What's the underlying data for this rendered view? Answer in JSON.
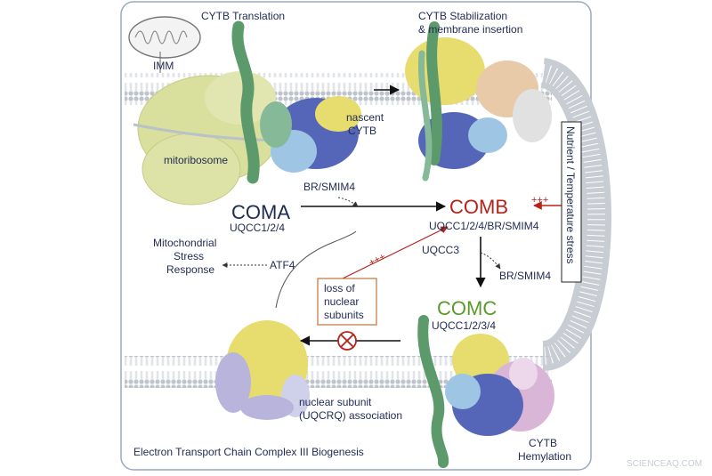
{
  "labels": {
    "cytb_translation": "CYTB Translation",
    "cytb_stabilization_l1": "CYTB Stabilization",
    "cytb_stabilization_l2": "& membrane insertion",
    "imm": "IMM",
    "nascent_l1": "nascent",
    "nascent_l2": "CYTB",
    "mitoribosome": "mitoribosome",
    "br_smim4_top": "BR/SMIM4",
    "coma": "COMA",
    "coma_sub": "UQCC1/2/4",
    "comb": "COMB",
    "comb_sub": "UQCC1/2/4/BR/SMIM4",
    "plus_right": "+++",
    "plus_mid": "+++",
    "stress_l1": "Mitochondrial",
    "stress_l2": "Stress",
    "stress_l3": "Response",
    "atf4": "ATF4",
    "uqcc3": "UQCC3",
    "br_smim4_right": "BR/SMIM4",
    "loss_l1": "loss of",
    "loss_l2": "nuclear",
    "loss_l3": "subunits",
    "comc": "COMC",
    "comc_sub": "UQCC1/2/3/4",
    "nutrient": "Nutrient / Temperature stress",
    "nuclear_l1": "nuclear subunit",
    "nuclear_l2": "(UQCRQ) association",
    "footer": "Electron Transport Chain Complex III Biogenesis",
    "hemylation_l1": "CYTB",
    "hemylation_l2": "Hemylation",
    "watermark": "SCIENCEAQ.COM"
  },
  "colors": {
    "navy": "#1f2a52",
    "red": "#b5231b",
    "green": "#5a9a2a",
    "membrane": "#c9cdd4",
    "frame": "#9aa6c4",
    "yellow": "#e7dc6e",
    "blue": "#5566b8",
    "lightblue": "#9ec5e4",
    "green_helix": "#5d9a6b",
    "peach": "#e8c9a8",
    "pink": "#d9b6d8",
    "lavender": "#b8b4dc",
    "ribosome": "#d9df9c"
  }
}
